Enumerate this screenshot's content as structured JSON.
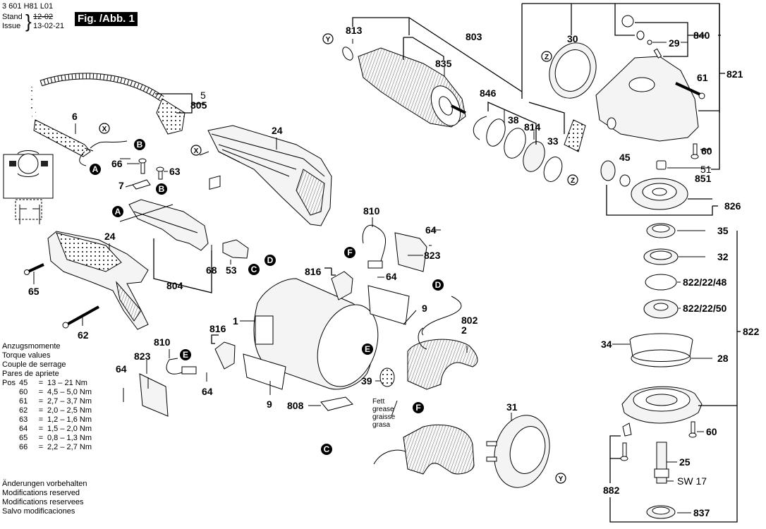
{
  "header": {
    "doc_number": "3 601 H81 L01",
    "stand_label": "Stand",
    "issue_label": "Issue",
    "old_date": "12-02",
    "new_date": "13-02-21",
    "figure_label": "Fig. /Abb. 1"
  },
  "torque": {
    "titles": [
      "Anzugsmomente",
      "Torque values",
      "Couple de serrage",
      "Pares de apriete"
    ],
    "pos_label": "Pos",
    "rows": [
      {
        "pos": "45",
        "value": "13 – 21 Nm"
      },
      {
        "pos": "60",
        "value": "4,5 – 5,0 Nm"
      },
      {
        "pos": "61",
        "value": "2,7 – 3,7 Nm"
      },
      {
        "pos": "62",
        "value": "2,0 – 2,5 Nm"
      },
      {
        "pos": "63",
        "value": "1,2 – 1,6 Nm"
      },
      {
        "pos": "64",
        "value": "1,5 – 2,0 Nm"
      },
      {
        "pos": "65",
        "value": "0,8 – 1,3 Nm"
      },
      {
        "pos": "66",
        "value": "2,2 – 2,7 Nm"
      }
    ]
  },
  "notes": [
    "Änderungen vorbehalten",
    "Modifications reserved",
    "Modifications reservees",
    "Salvo modificaciones"
  ],
  "grease_note": [
    "Fett",
    "grease",
    "graisse",
    "grasa"
  ],
  "wrench_size": "SW 17",
  "connector_refs": {
    "A": "A",
    "B": "B",
    "C": "C",
    "D": "D",
    "E": "E",
    "F": "F"
  },
  "assembly_refs": {
    "X": "X",
    "Y": "Y",
    "Z": "Z"
  },
  "part_labels": {
    "p1": "1",
    "p2": "2",
    "p5": "5",
    "p6": "6",
    "p7": "7",
    "p9a": "9",
    "p9b": "9",
    "p24a": "24",
    "p24b": "24",
    "p25": "25",
    "p28": "28",
    "p29": "29",
    "p30": "30",
    "p31": "31",
    "p32": "32",
    "p33": "33",
    "p34": "34",
    "p35": "35",
    "p38": "38",
    "p39": "39",
    "p45": "45",
    "p51": "51",
    "p53": "53",
    "p60a": "60",
    "p60b": "60",
    "p61": "61",
    "p62": "62",
    "p63": "63",
    "p64a": "64",
    "p64b": "64",
    "p64c": "64",
    "p64d": "64",
    "p65": "65",
    "p66": "66",
    "p68": "68",
    "p802": "802",
    "p803": "803",
    "p804": "804",
    "p805": "805",
    "p808": "808",
    "p810a": "810",
    "p810b": "810",
    "p813": "813",
    "p814": "814",
    "p816a": "816",
    "p816b": "816",
    "p821": "821",
    "p822": "822",
    "p822_22_48": "822/22/48",
    "p822_22_50": "822/22/50",
    "p823a": "823",
    "p823b": "823",
    "p826": "826",
    "p835": "835",
    "p837": "837",
    "p840": "840",
    "p846": "846",
    "p851": "851",
    "p882": "882"
  }
}
